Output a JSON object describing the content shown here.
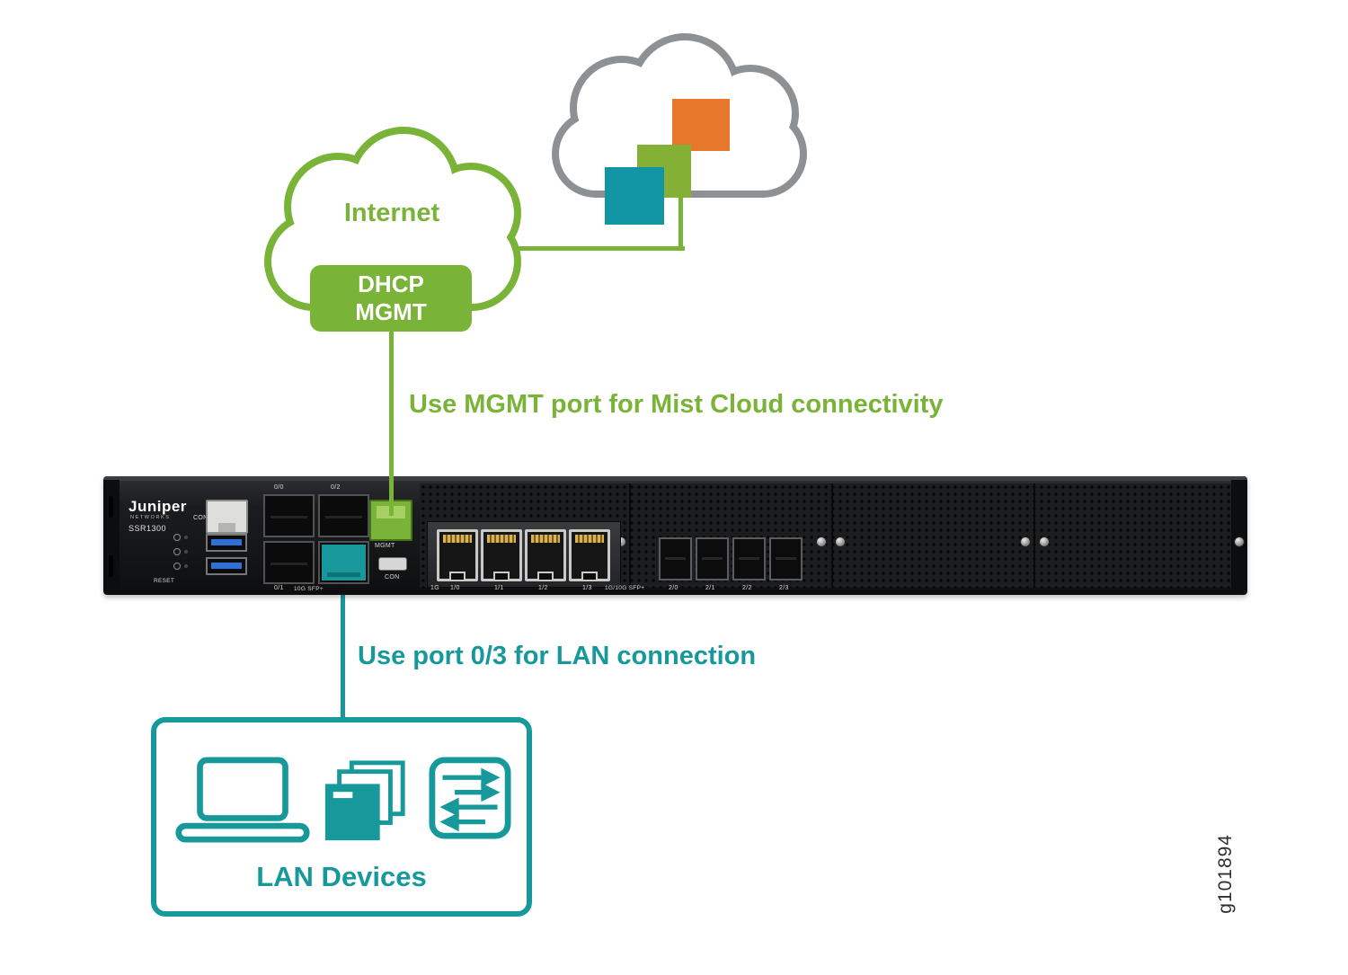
{
  "colors": {
    "green": "#79b337",
    "teal": "#17999b",
    "orange": "#e8792c",
    "mist_green": "#84b135",
    "mist_teal": "#1295a4",
    "cloud_gray": "#8e9194"
  },
  "internet_cloud": {
    "label": "Internet"
  },
  "dhcp_badge": {
    "line1": "DHCP",
    "line2": "MGMT"
  },
  "callouts": {
    "mgmt": "Use MGMT port for Mist Cloud connectivity",
    "lan": "Use port 0/3 for LAN connection"
  },
  "lan_box": {
    "label": "LAN Devices",
    "icons": [
      "laptop-icon",
      "documents-icon",
      "switch-icon"
    ]
  },
  "figure_id": "g101894",
  "router": {
    "brand": "Juniper",
    "brand_sub": "NETWORKS",
    "model": "SSR1300",
    "labels": {
      "con_top": "CON",
      "reset": "RESET",
      "port00": "0/0",
      "port02": "0/2",
      "port01": "0/1",
      "sfp10g": "10G SFP+",
      "mgmt": "MGMT",
      "con_bottom": "CON",
      "group_1g": "1G",
      "rj_ports": [
        "1/0",
        "1/1",
        "1/2",
        "1/3"
      ],
      "group_sfp": "1G/10G SFP+",
      "sfp_ports": [
        "2/0",
        "2/1",
        "2/2",
        "2/3"
      ]
    }
  }
}
